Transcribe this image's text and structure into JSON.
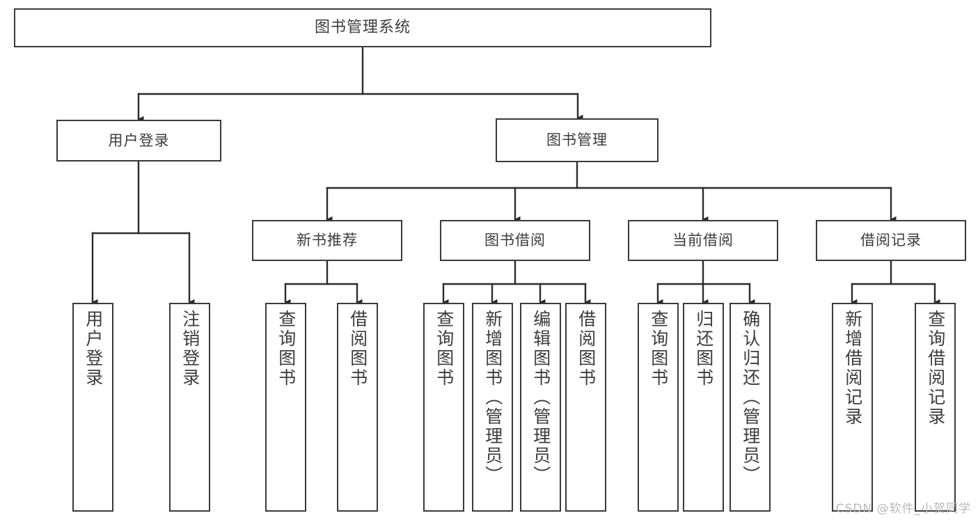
{
  "diagram": {
    "title": "图书管理系统",
    "root": {
      "label": "图书管理系统"
    },
    "level2": [
      {
        "label": "用户登录"
      },
      {
        "label": "图书管理"
      }
    ],
    "level3": [
      {
        "label": "新书推荐"
      },
      {
        "label": "图书借阅"
      },
      {
        "label": "当前借阅"
      },
      {
        "label": "借阅记录"
      }
    ],
    "leaves": {
      "user_login": [
        {
          "label": "用户登录"
        },
        {
          "label": "注销登录"
        }
      ],
      "new_book_recommend": [
        {
          "label": "查询图书"
        },
        {
          "label": "借阅图书"
        }
      ],
      "book_borrow": [
        {
          "label": "查询图书"
        },
        {
          "label": "新增图书（管理员）"
        },
        {
          "label": "编辑图书（管理员）"
        },
        {
          "label": "借阅图书"
        }
      ],
      "current_borrow": [
        {
          "label": "查询图书"
        },
        {
          "label": "归还图书"
        },
        {
          "label": "确认归还（管理员）"
        }
      ],
      "borrow_record": [
        {
          "label": "新增借阅记录"
        },
        {
          "label": "查询借阅记录"
        }
      ]
    }
  },
  "watermark": {
    "text": "CSDN @软件_小贺同学"
  },
  "colors": {
    "border": "#3a3a3a",
    "text": "#3c3c3c",
    "background": "#ffffff",
    "connector": "#2b2b2b",
    "watermark": "#b9b9b9"
  }
}
